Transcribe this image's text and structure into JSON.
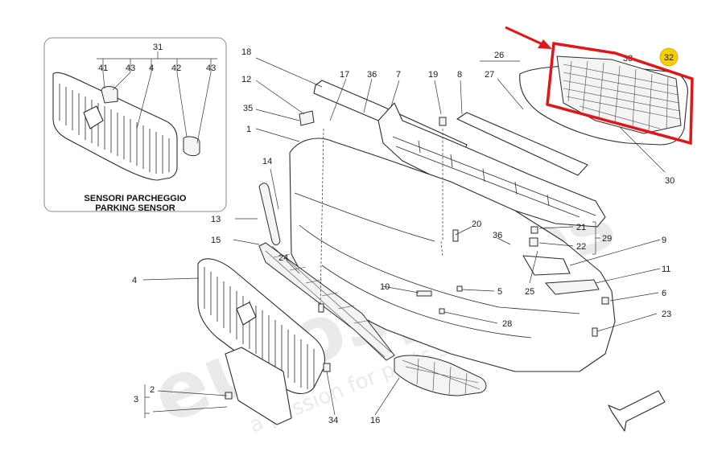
{
  "inset": {
    "caption_line1": "SENSORI PARCHEGGIO",
    "caption_line2": "PARKING SENSOR",
    "labels": {
      "n31": "31",
      "n41": "41",
      "n43a": "43",
      "n4": "4",
      "n42": "42",
      "n43b": "43"
    }
  },
  "callouts": {
    "n1": "1",
    "n2": "2",
    "n3": "3",
    "n4": "4",
    "n5": "5",
    "n6": "6",
    "n7": "7",
    "n8": "8",
    "n9": "9",
    "n10": "10",
    "n11": "11",
    "n12": "12",
    "n13": "13",
    "n14": "14",
    "n15": "15",
    "n16": "16",
    "n17": "17",
    "n18": "18",
    "n19": "19",
    "n20": "20",
    "n21": "21",
    "n22": "22",
    "n23": "23",
    "n24": "24",
    "n25": "25",
    "n26": "26",
    "n27": "27",
    "n28": "28",
    "n29": "29",
    "n30": "30",
    "n33": "33",
    "n34": "34",
    "n35": "35",
    "n36a": "36",
    "n36b": "36"
  },
  "highlight": {
    "label": "32",
    "badge_color": "#f5d000",
    "box_color": "#e0161b",
    "arrow_color": "#e0161b"
  },
  "watermark": {
    "text": "eurospares",
    "subtext": "a passion for parts since 1978"
  },
  "direction_arrow": {
    "icon": "front-direction-arrow-icon"
  }
}
